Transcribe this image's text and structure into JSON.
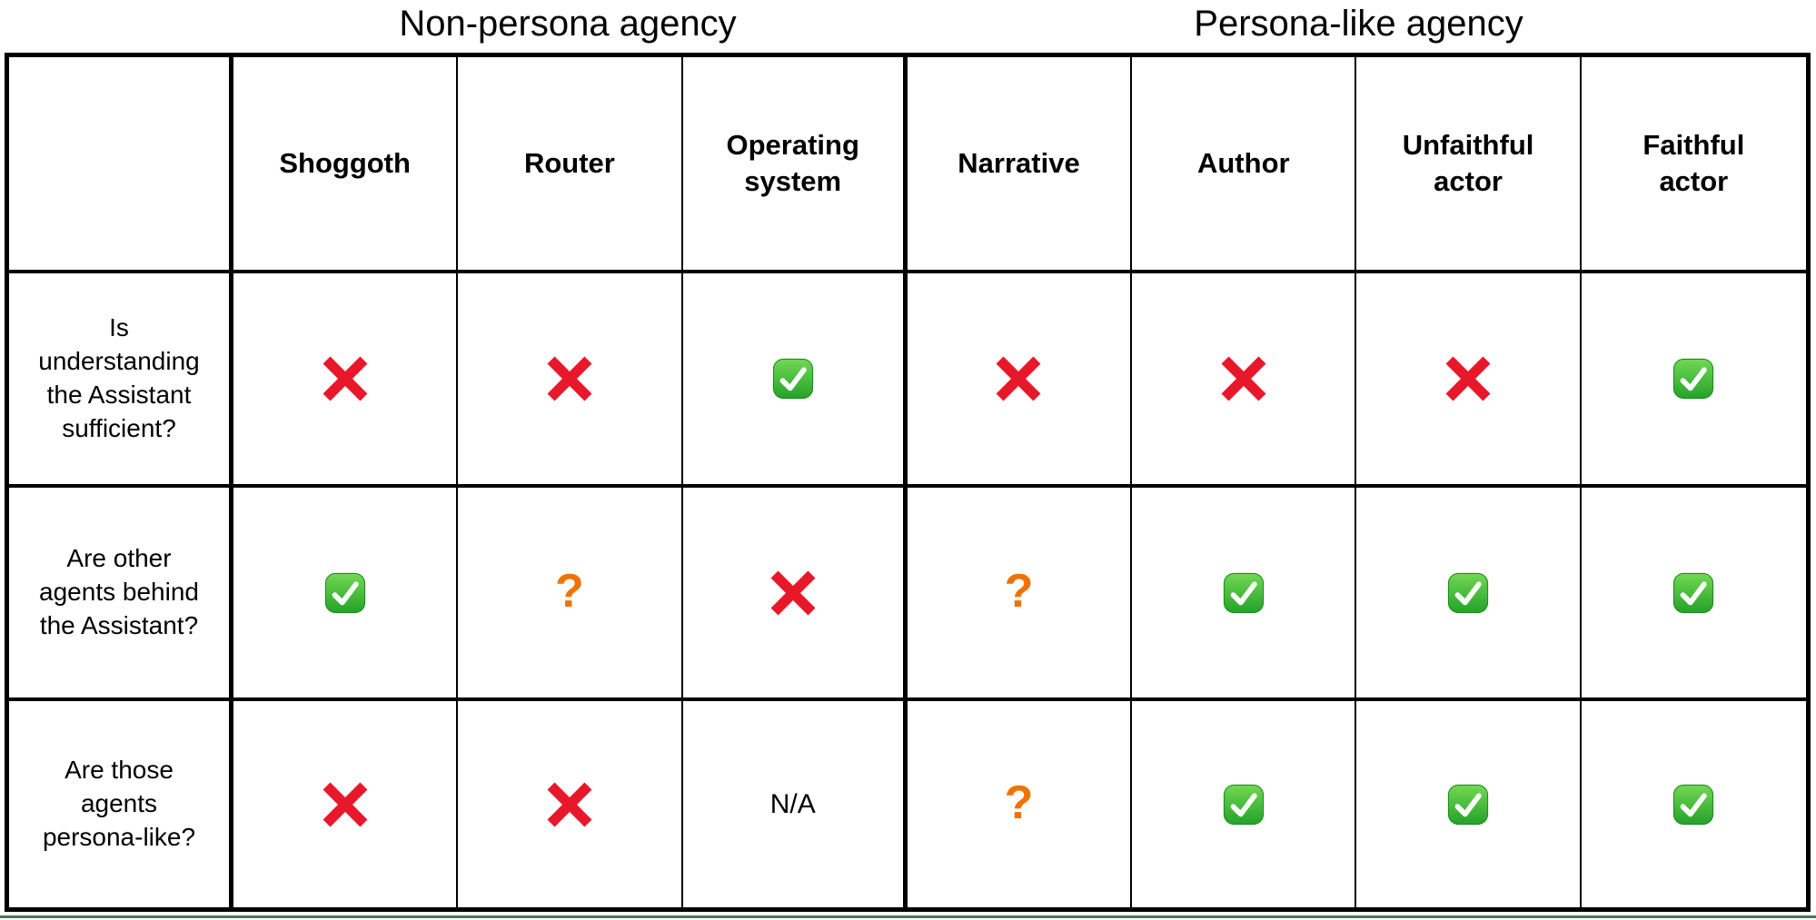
{
  "chart_data": {
    "type": "table",
    "column_groups": [
      {
        "label": "Non-persona agency",
        "columns": [
          "Shoggoth",
          "Router",
          "Operating\nsystem"
        ]
      },
      {
        "label": "Persona-like agency",
        "columns": [
          "Narrative",
          "Author",
          "Unfaithful\nactor",
          "Faithful\nactor"
        ]
      }
    ],
    "rows": [
      {
        "question": "Is\nunderstanding\nthe Assistant\nsufficient?",
        "values": [
          "cross",
          "cross",
          "check",
          "cross",
          "cross",
          "cross",
          "check"
        ]
      },
      {
        "question": "Are other\nagents behind\nthe Assistant?",
        "values": [
          "check",
          "question",
          "cross",
          "question",
          "check",
          "check",
          "check"
        ]
      },
      {
        "question": "Are those\nagents\npersona-like?",
        "values": [
          "cross",
          "cross",
          "na",
          "question",
          "check",
          "check",
          "check"
        ]
      }
    ],
    "cell_display": {
      "cross": "❌",
      "check": "✅",
      "question": "?",
      "na": "N/A"
    },
    "layout": {
      "grid": "on",
      "header_row": "bold",
      "group_titles_position": "above-table"
    }
  },
  "colors": {
    "cross_red": "#E8182B",
    "check_green_top": "#72D854",
    "check_green_bottom": "#24A229",
    "check_green_edge": "#1E8C1E",
    "question_orange": "#F07203",
    "border_black": "#000000",
    "bottom_rule_green": "#45785A",
    "background": "#FFFFFF"
  }
}
